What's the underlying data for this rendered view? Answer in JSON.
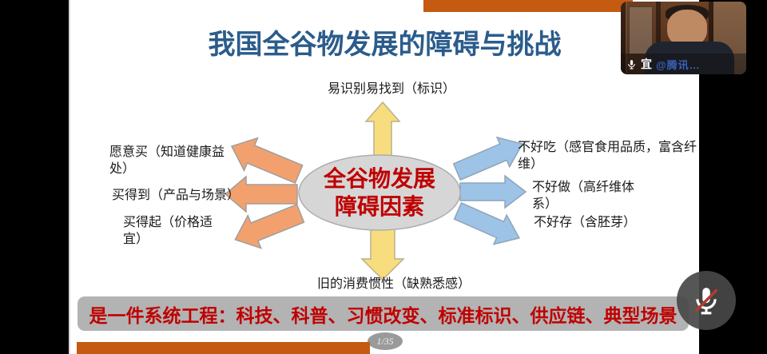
{
  "slide": {
    "title": "我国全谷物发展的障碍与挑战",
    "center_ellipse": {
      "line1": "全谷物发展",
      "line2": "障碍因素"
    },
    "factors": {
      "top": "易识别易找到（标识）",
      "bottom": "旧的消费惯性（缺熟悉感）",
      "left": [
        "愿意买（知道健康益处）",
        "买得到（产品与场景）",
        "买得起（价格适宜）"
      ],
      "right": [
        "不好吃（感官食用品质，富含纤维）",
        "不好做（高纤维体系）",
        "不好存（含胚芽）"
      ]
    },
    "banner": "是一件系统工程：科技、科普、习惯改变、标准标识、供应链、典型场景",
    "page_indicator": "1/35",
    "colors": {
      "title_blue": "#2B5C8C",
      "emphasis_red": "#C00000",
      "accent_orange": "#C55A11",
      "arrow_orange": "#F2A16E",
      "arrow_blue": "#9DC3E6",
      "arrow_yellow": "#F8DD7E",
      "ellipse_gray": "#D6D6D6",
      "banner_gray": "#B3B3B3"
    }
  },
  "meeting": {
    "participant": {
      "name": "宜",
      "watermark": "@腾讯…"
    }
  }
}
